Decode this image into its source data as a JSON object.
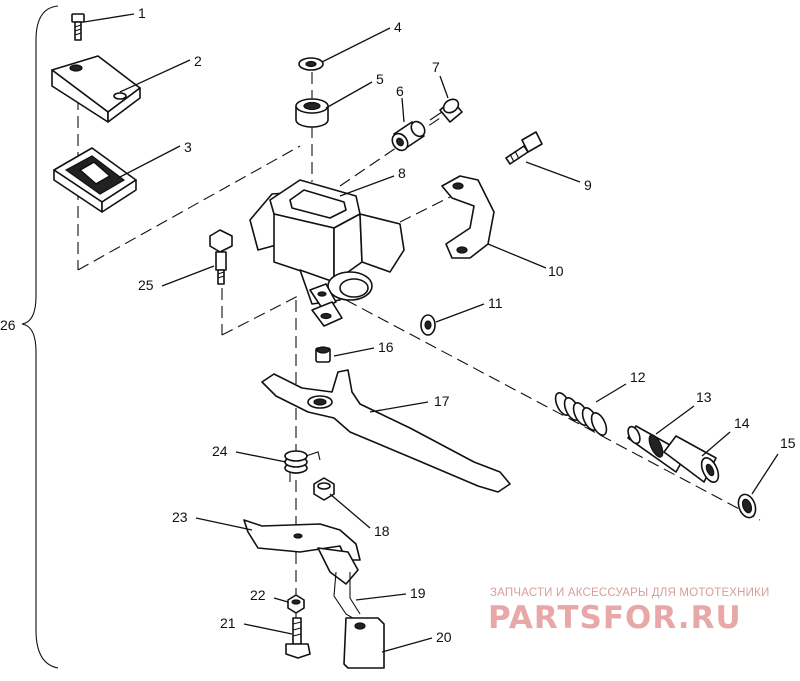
{
  "callouts": [
    {
      "id": "c1",
      "text": "1"
    },
    {
      "id": "c2",
      "text": "2"
    },
    {
      "id": "c3",
      "text": "3"
    },
    {
      "id": "c4",
      "text": "4"
    },
    {
      "id": "c5",
      "text": "5"
    },
    {
      "id": "c6",
      "text": "6"
    },
    {
      "id": "c7",
      "text": "7"
    },
    {
      "id": "c8",
      "text": "8"
    },
    {
      "id": "c9",
      "text": "9"
    },
    {
      "id": "c10",
      "text": "10"
    },
    {
      "id": "c11",
      "text": "11"
    },
    {
      "id": "c12",
      "text": "12"
    },
    {
      "id": "c13",
      "text": "13"
    },
    {
      "id": "c14",
      "text": "14"
    },
    {
      "id": "c15",
      "text": "15"
    },
    {
      "id": "c16",
      "text": "16"
    },
    {
      "id": "c17",
      "text": "17"
    },
    {
      "id": "c18",
      "text": "18"
    },
    {
      "id": "c19",
      "text": "19"
    },
    {
      "id": "c20",
      "text": "20"
    },
    {
      "id": "c21",
      "text": "21"
    },
    {
      "id": "c22",
      "text": "22"
    },
    {
      "id": "c23",
      "text": "23"
    },
    {
      "id": "c24",
      "text": "24"
    },
    {
      "id": "c25",
      "text": "25"
    },
    {
      "id": "c26",
      "text": "26"
    }
  ],
  "watermark": {
    "tagline": "ЗАПЧАСТИ И АКСЕССУАРЫ ДЛЯ МОТОТЕХНИКИ",
    "brand": "PARTSFOR.RU"
  }
}
